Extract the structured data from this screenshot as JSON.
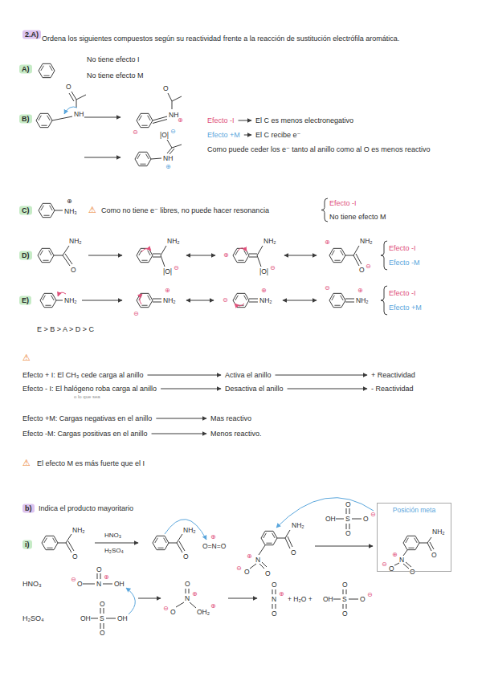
{
  "diagram": {
    "nodes": [
      {
        "text": [
          "Posición meta"
        ]
      }
    ],
    "labels": [
      "2.A)",
      "Ordena los siguientes compuestos según su reactividad frente a la reacción de sustitución electrófila aromática.",
      "A)",
      "No tiene efecto I",
      "No tiene efecto M",
      "B)",
      "O",
      "NH",
      "⊖",
      "NH",
      "⊕",
      "O",
      "|O|",
      "⊖",
      "NH",
      "⊕",
      "Efecto -I",
      "El C es menos electronegativo",
      "Efecto +M",
      "El C recibe e⁻",
      "Como puede ceder los e⁻ tanto al anillo como al O es menos reactivo",
      "C)",
      "⊕",
      "NH₃",
      "⚠",
      "Como no tiene e⁻ libres, no puede hacer resonancia",
      "Efecto -I",
      "No tiene efecto M",
      "D)",
      "NH₂",
      "O",
      "NH₂",
      "|O|",
      "⊖",
      "⊕",
      "NH₂",
      "|O|",
      "⊖",
      "⊕",
      "NH₂",
      "O",
      "⊖",
      "Efecto -I",
      "Efecto -M",
      "E)",
      "NH₂",
      "⊕",
      "NH₂",
      "⊖",
      "⊖",
      "⊕",
      "NH₂",
      "⊖",
      "⊕",
      "NH₂",
      "Efecto -I",
      "Efecto +M",
      "E > B > A > D > C",
      "⚠",
      "Efecto + I: El CH₃ cede carga al anillo",
      "Activa el anillo",
      "+ Reactividad",
      "Efecto - I: El halógeno roba carga al anillo",
      "Desactiva el anillo",
      "- Reactividad",
      "o lo que sea",
      "Efecto +M: Cargas negativas en el anillo",
      "Mas reactivo",
      "Efecto -M: Cargas positivas en el anillo",
      "Menos reactivo.",
      "⚠",
      "El efecto M es más fuerte que el I",
      "b)",
      "Indica el producto mayoritario",
      "i)",
      "NH₂",
      "O",
      "HNO₃",
      "H₂SO₄",
      "NH₂",
      "O",
      "O=N=O",
      "⊕",
      "NH₂",
      "O",
      "N",
      "⊕",
      "O",
      "⊖",
      "O",
      "O",
      "OH",
      "S",
      "O",
      "⊖",
      "O",
      "NH₂",
      "O",
      "N",
      "⊕",
      "O",
      "⊖",
      "O",
      "HNO₃",
      "⊖",
      "O",
      "N",
      "⊕",
      "OH",
      "O",
      "H₂SO₄",
      "OH",
      "S",
      "OH",
      "O",
      "O",
      "O",
      "⊕",
      "N",
      "O",
      "⊖",
      "OH₂",
      "⊕",
      "O",
      "N",
      "⊕",
      "O",
      "+ H₂O +",
      "OH",
      "S",
      "O",
      "⊖",
      "O",
      "O"
    ]
  }
}
